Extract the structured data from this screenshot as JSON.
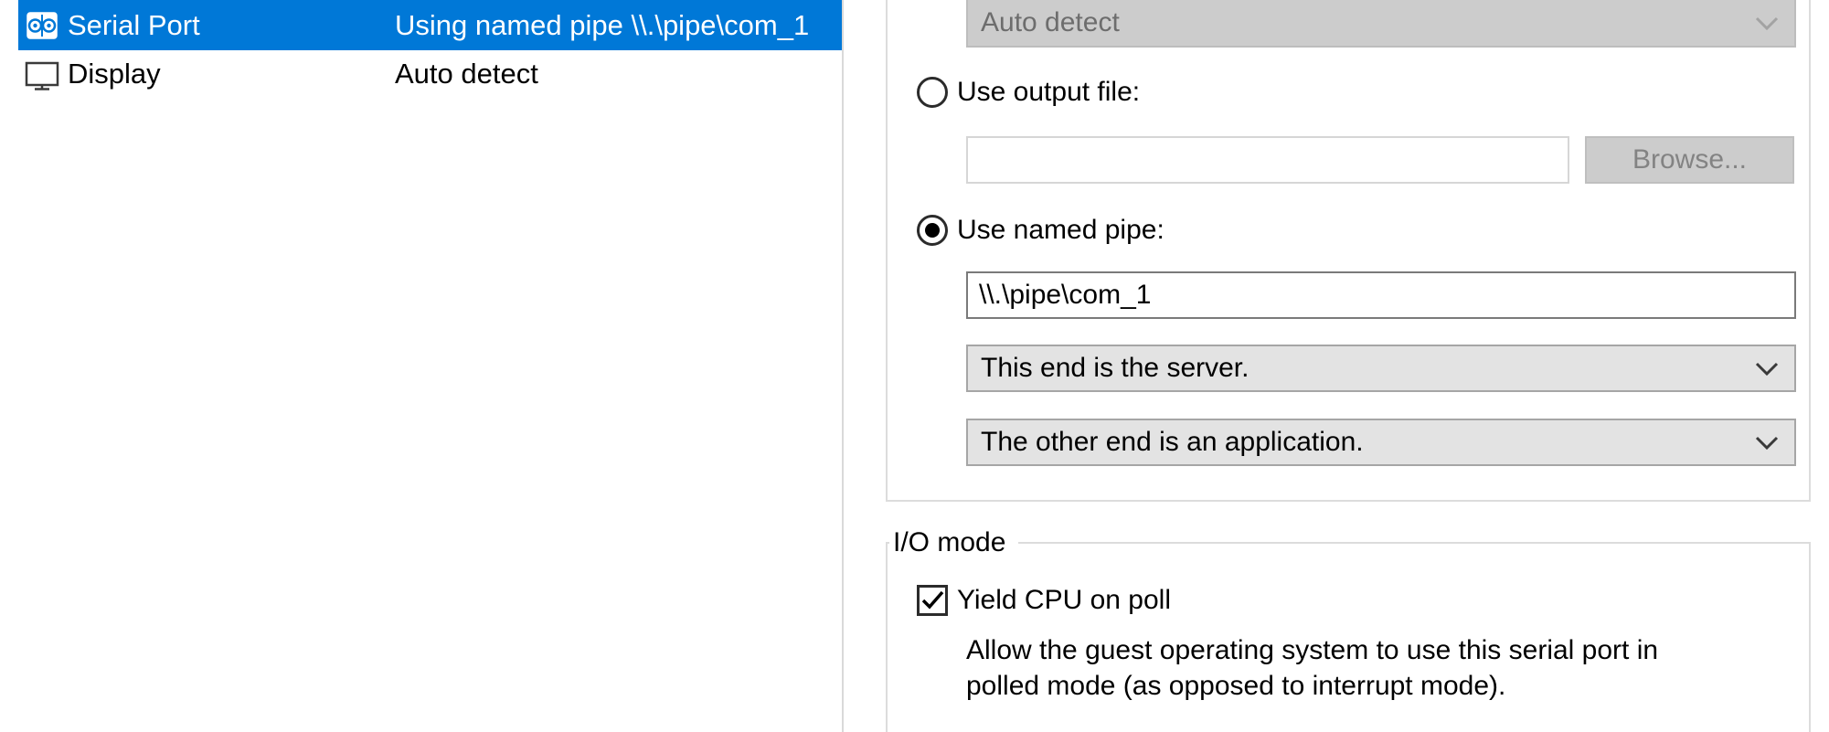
{
  "colors": {
    "selection_blue": "#0078d7",
    "disabled_gray": "#cccccc"
  },
  "device_list": {
    "rows": [
      {
        "device": "Serial Port",
        "summary": "Using named pipe \\\\.\\pipe\\com_1",
        "selected": true
      },
      {
        "device": "Display",
        "summary": "Auto detect",
        "selected": false
      }
    ]
  },
  "serial_panel": {
    "physical_port_value": "Auto detect",
    "output_file": {
      "radio_label": "Use output file:",
      "path_value": "",
      "browse_label": "Browse...",
      "selected": false
    },
    "named_pipe": {
      "radio_label": "Use named pipe:",
      "pipe_value": "\\\\.\\pipe\\com_1",
      "selected": true
    },
    "near_end_value": "This end is the server.",
    "far_end_value": "The other end is an application.",
    "io_mode": {
      "group_label": "I/O mode",
      "yield_label": "Yield CPU on poll",
      "yield_checked": true,
      "description_line1": "Allow the guest operating system to use this serial port in",
      "description_line2": "polled mode (as opposed to interrupt mode)."
    }
  }
}
